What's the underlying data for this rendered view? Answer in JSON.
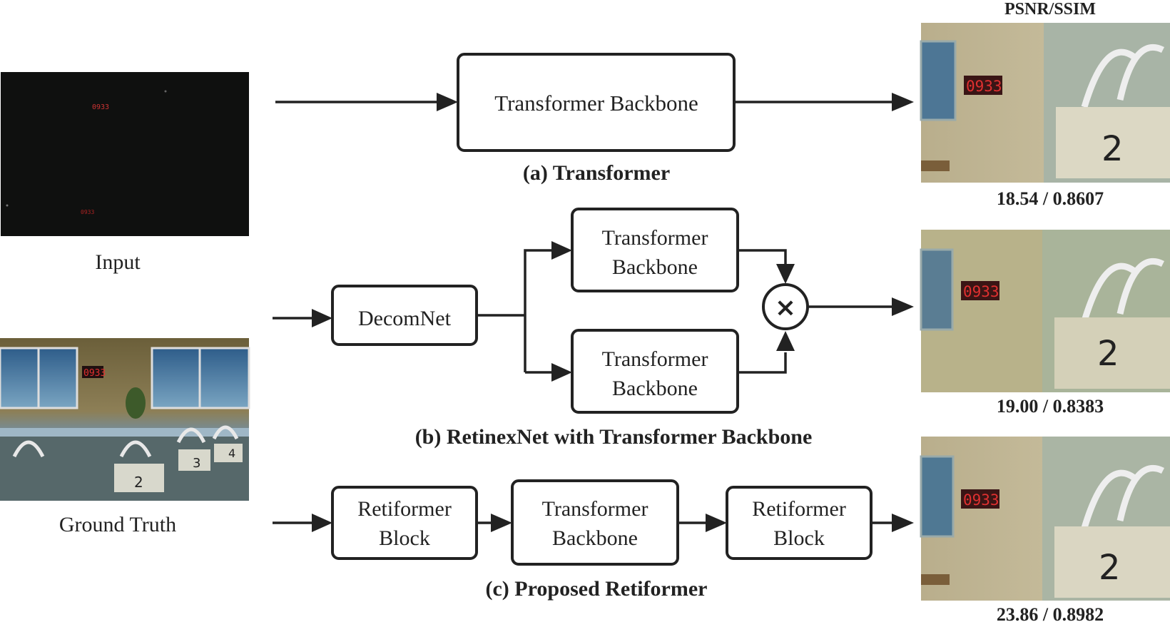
{
  "left_images": {
    "input_label": "Input",
    "ground_truth_label": "Ground Truth"
  },
  "panel_a": {
    "box_label": "Transformer Backbone",
    "caption": "(a) Transformer"
  },
  "panel_b": {
    "decom_label": "DecomNet",
    "top_box_line1": "Transformer",
    "top_box_line2": "Backbone",
    "bottom_box_line1": "Transformer",
    "bottom_box_line2": "Backbone",
    "multiply_symbol": "×",
    "caption": "(b) RetinexNet with Transformer Backbone"
  },
  "panel_c": {
    "block1_line1": "Retiformer",
    "block1_line2": "Block",
    "block2_line1": "Transformer",
    "block2_line2": "Backbone",
    "block3_line1": "Retiformer",
    "block3_line2": "Block",
    "caption": "(c) Proposed Retiformer"
  },
  "results": {
    "header": "PSNR/SSIM",
    "a_score": "18.54 / 0.8607",
    "b_score": "19.00 / 0.8383",
    "c_score": "23.86 / 0.8982"
  },
  "clock_text": "0933",
  "colors": {
    "stroke": "#222222",
    "clock_red": "#e03030"
  }
}
